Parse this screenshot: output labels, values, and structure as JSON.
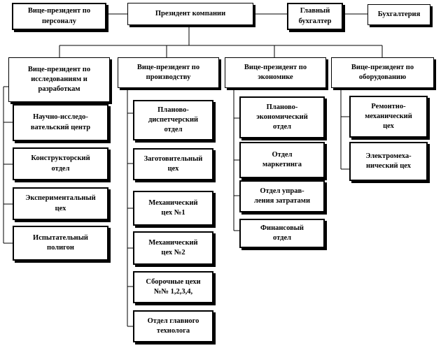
{
  "top": {
    "vp_personnel": "Вице-президент  по\nперсоналу",
    "president": "Президент  компании",
    "chief_accountant": "Главный\nбухгалтер",
    "accounting": "Бухгалтерия"
  },
  "vps": {
    "rnd": "Вице-президент  по\nисследованиям и\nразработкам",
    "production": "Вице-президент  по\nпроизводству",
    "economics": "Вице-президент  по\nэкономике",
    "equipment": "Вице-президент  по\nоборудованию"
  },
  "rnd_units": [
    "Научно-исследо-\nвательский центр",
    "Конструкторский\nотдел",
    "Экспериментальный\nцех",
    "Испытательный\nполигон"
  ],
  "production_units": [
    "Планово-\nдиспетчерский\nотдел",
    "Заготовительный\nцех",
    "Механический\nцех №1",
    "Механический\nцех №2",
    "Сборочные цехи\n№№  1,2,3,4,",
    "Отдел главного\nтехнолога"
  ],
  "economics_units": [
    "Планово-\nэкономический\nотдел",
    "Отдел\nмаркетинга",
    "Отдел  управ-\nления затратами",
    "Финансовый\nотдел"
  ],
  "equipment_units": [
    "Ремонтно-\nмеханический\nцех",
    "Электромеха-\nнический цех"
  ]
}
